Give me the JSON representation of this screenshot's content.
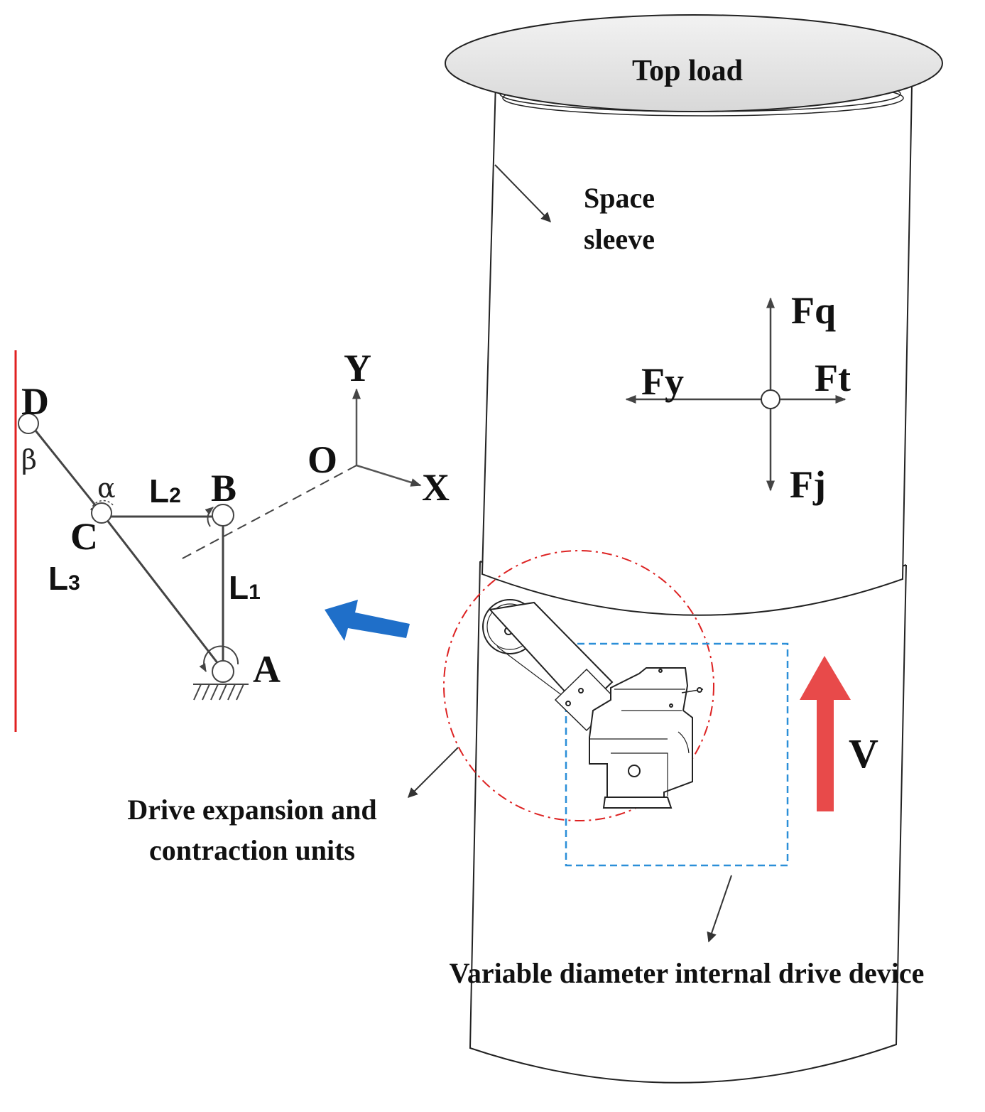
{
  "labels": {
    "top_load": "Top load",
    "space_sleeve_line1": "Space",
    "space_sleeve_line2": "sleeve",
    "force_q": "Fq",
    "force_y": "Fy",
    "force_t": "Ft",
    "force_j": "Fj",
    "velocity": "V",
    "axis_x": "X",
    "axis_y": "Y",
    "origin": "O",
    "point_a": "A",
    "point_b": "B",
    "point_c": "C",
    "point_d": "D",
    "link_1_letter": "L",
    "link_1_sub": "1",
    "link_2_letter": "L",
    "link_2_sub": "2",
    "link_3_letter": "L",
    "link_3_sub": "3",
    "angle_alpha": "α",
    "angle_beta": "β",
    "drive_units_line1": "Drive expansion and",
    "drive_units_line2": "contraction units",
    "drive_device": "Variable diameter internal drive device"
  },
  "colors": {
    "wall_line": "#e02020",
    "blue_arrow": "#1f6fc9",
    "red_arrow": "#e84a4a",
    "dash_circle": "#dd2222",
    "dash_box": "#2b8fd8",
    "outline": "#222222"
  }
}
